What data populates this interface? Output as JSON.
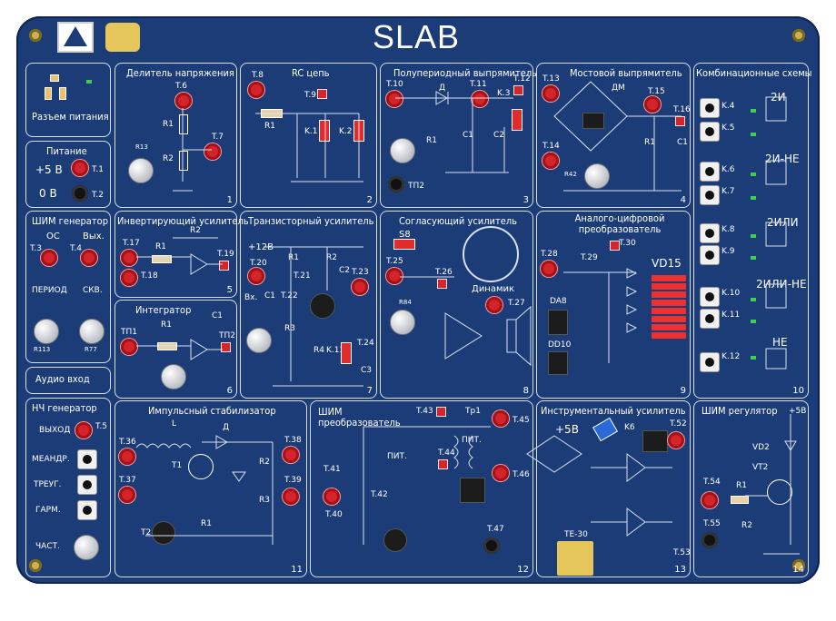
{
  "title": "SLAB",
  "panels": {
    "power_connector": {
      "label": "Разъем питания"
    },
    "power": {
      "label": "Питание",
      "v5": "+5 В",
      "v0": "0 В",
      "t1": "T.1",
      "t2": "T.2"
    },
    "pwm_gen": {
      "label": "ШИМ генератор",
      "os": "ОС",
      "out": "Вых.",
      "t3": "T.3",
      "t4": "T.4",
      "period": "ПЕРИОД",
      "skv": "СКВ.",
      "r113": "R113",
      "r77": "R77"
    },
    "audio": {
      "label": "Аудио вход"
    },
    "lf_gen": {
      "label": "НЧ генератор",
      "out": "ВЫХОД",
      "t5": "T.5",
      "meandr": "МЕАНДР.",
      "treug": "ТРЕУГ.",
      "garm": "ГАРМ.",
      "chast": "ЧАСТ."
    },
    "p1": {
      "label": "Делитель напряжения",
      "num": "1",
      "t6": "T.6",
      "t7": "T.7",
      "r1": "R1",
      "r2": "R2",
      "r13": "R13"
    },
    "p2": {
      "label": "RC цепь",
      "num": "2",
      "t8": "T.8",
      "t9": "T.9",
      "r1": "R1",
      "k1": "K.1",
      "k2": "K.2"
    },
    "p3": {
      "label": "Полупериодный выпрямитель",
      "num": "3",
      "t10": "T.10",
      "t11": "T.11",
      "t12": "T.12",
      "k3": "K.3",
      "d": "Д",
      "r1": "R1",
      "c1": "C1",
      "c2": "C2",
      "t3": "ТП2"
    },
    "p4": {
      "label": "Мостовой выпрямитель",
      "num": "4",
      "t13": "T.13",
      "t14": "T.14",
      "t15": "T.15",
      "t16": "T.16",
      "dm": "ДМ",
      "r1": "R1",
      "c1": "C1",
      "r42": "R42"
    },
    "p5": {
      "label": "Инвертирующий усилитель",
      "num": "5",
      "t17": "T.17",
      "t18": "T.18",
      "t19": "T.19",
      "r1": "R1",
      "r2": "R2"
    },
    "p6": {
      "label": "Интегратор",
      "num": "6",
      "t1": "ТП1",
      "t2": "ТП2",
      "r1": "R1",
      "c1": "C1"
    },
    "p7": {
      "label": "Транзисторный усилитель",
      "num": "7",
      "v12": "+12В",
      "t20": "T.20",
      "t21": "T.21",
      "t22": "T.22",
      "t23": "T.23",
      "t24": "T.24",
      "r1": "R1",
      "r2": "R2",
      "r3": "R3",
      "r4": "R4",
      "c1": "C1",
      "c2": "C2",
      "c3": "C3",
      "k13": "K.13",
      "vx": "Вх."
    },
    "p8": {
      "label": "Согласующий усилитель",
      "num": "8",
      "s8": "S8",
      "t25": "T.25",
      "t26": "T.26",
      "t27": "T.27",
      "din": "Динамик",
      "r84": "R84"
    },
    "p9": {
      "label": "Аналого-цифровой преобразователь",
      "num": "9",
      "t28": "T.28",
      "t29": "T.29",
      "t30": "T.30",
      "vd15": "VD15",
      "dab": "DA8",
      "dd10": "DD10"
    },
    "p10": {
      "label": "Комбинационные схемы",
      "num": "10",
      "and": "2И",
      "nand": "2И-НЕ",
      "or": "2ИЛИ",
      "nor": "2ИЛИ-НЕ",
      "not": "НЕ",
      "keys": [
        "K.4",
        "K.5",
        "K.6",
        "K.7",
        "K.8",
        "K.9",
        "K.10",
        "K.11",
        "K.12"
      ]
    },
    "p11": {
      "label": "Импульсный стабилизатор",
      "num": "11",
      "t36": "T.36",
      "t37": "T.37",
      "t38": "T.38",
      "t39": "T.39",
      "l": "L",
      "d": "Д",
      "t1": "T1",
      "t2": "T2",
      "r1": "R1",
      "r2": "R2",
      "r3": "R3"
    },
    "p12": {
      "label": "ШИМ преобразователь",
      "num": "12",
      "t40": "T.40",
      "t41": "T.41",
      "t42": "T.42",
      "t43": "T.43",
      "t44": "T.44",
      "t45": "T.45",
      "t46": "T.46",
      "t47": "T.47",
      "tr1": "Тр1",
      "pit": "ПИТ.",
      "pit2": "ПИТ."
    },
    "p13": {
      "label": "Инструментальный усилитель",
      "num": "13",
      "v5": "+5В",
      "k6": "K6",
      "t52": "T.52",
      "t53": "T.53",
      "te30": "TE-30"
    },
    "p14": {
      "label": "ШИМ регулятор",
      "num": "14",
      "v5": "+5В",
      "vd2": "VD2",
      "vt2": "VT2",
      "t54": "T.54",
      "t55": "T.55",
      "r1": "R1",
      "r2": "R2"
    }
  },
  "colors": {
    "board": "#1b3c77",
    "socket": "#d5232a",
    "line": "#d8e0f0",
    "gold": "#e5c65a"
  }
}
